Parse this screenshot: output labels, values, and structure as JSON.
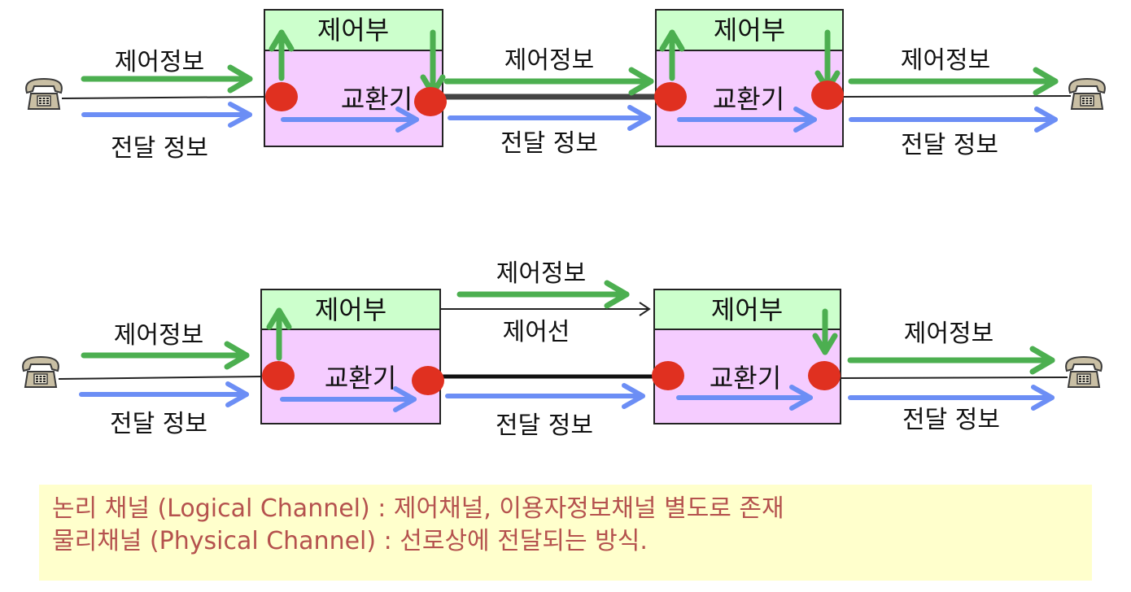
{
  "labels": {
    "control_unit": "제어부",
    "switch": "교환기",
    "control_info": "제어정보",
    "transfer_info": "전달 정보",
    "control_line": "제어선"
  },
  "icons": {
    "phone": "telephone-icon",
    "endpoint": "connection-point-dot"
  },
  "colors": {
    "control_arrow": "#4caf50",
    "data_arrow": "#6c8ef5",
    "control_box_fill": "#ccffcc",
    "switch_box_fill": "#f5ccff",
    "endpoint_dot": "#e03020",
    "note_bg": "#ffffcc",
    "note_text": "#b5524e"
  },
  "note": {
    "line1": "논리 채널 (Logical Channel) : 제어채널, 이용자정보채널 별도로 존재",
    "line2": "물리채널 (Physical Channel) : 선로상에 전달되는 방식."
  }
}
